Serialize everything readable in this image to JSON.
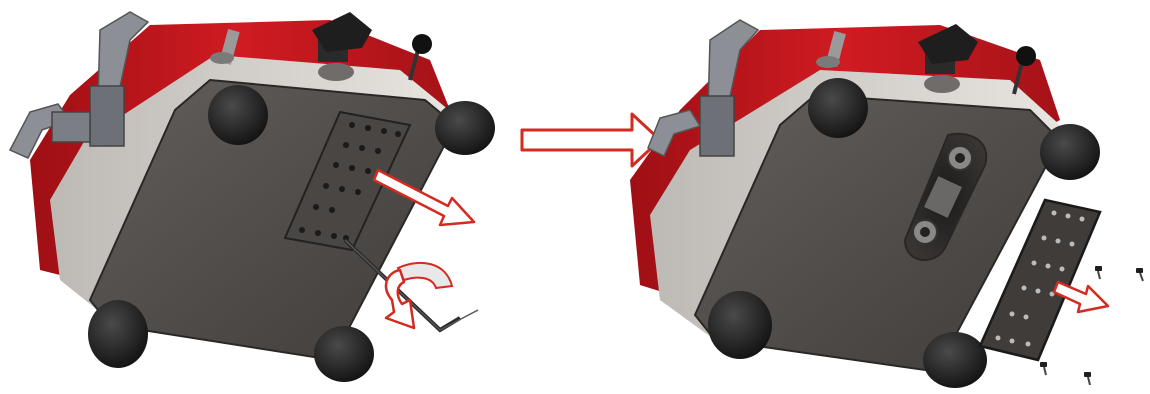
{
  "panels": [
    {
      "id": "before",
      "state": "access-plate-installed",
      "tool": "hex-key"
    },
    {
      "id": "after",
      "state": "access-plate-removed",
      "loose_parts": "screws"
    }
  ],
  "colors": {
    "housing_red": "#c4161c",
    "base_plate": "#55514f",
    "side_panel": "#d9d6d2",
    "clamp_grey": "#8c8f95",
    "foot_black": "#1c1c1c",
    "arrow_outline": "#d42a20",
    "arrow_fill": "#ffffff",
    "background": "#ffffff"
  },
  "icons": [
    "removal-arrow-icon",
    "rotation-arrow-icon",
    "transition-arrow-icon",
    "hex-key-icon"
  ]
}
